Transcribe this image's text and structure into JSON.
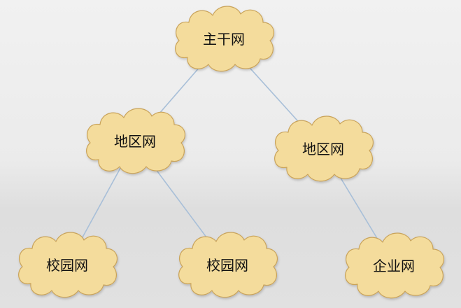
{
  "colors": {
    "cloud_fill": "#f4dc9c",
    "cloud_stroke": "#c9a35a",
    "link": "#a8bfd8"
  },
  "nodes": [
    {
      "id": "backbone",
      "label": "主干网",
      "level": "root"
    },
    {
      "id": "region-1",
      "label": "地区网",
      "level": "middle"
    },
    {
      "id": "region-2",
      "label": "地区网",
      "level": "middle"
    },
    {
      "id": "campus-1",
      "label": "校园网",
      "level": "leaf"
    },
    {
      "id": "campus-2",
      "label": "校园网",
      "level": "leaf"
    },
    {
      "id": "enterprise",
      "label": "企业网",
      "level": "leaf"
    }
  ],
  "edges": [
    {
      "from": "backbone",
      "to": "region-1"
    },
    {
      "from": "backbone",
      "to": "region-2"
    },
    {
      "from": "region-1",
      "to": "campus-1"
    },
    {
      "from": "region-1",
      "to": "campus-2"
    },
    {
      "from": "region-2",
      "to": "enterprise"
    }
  ]
}
